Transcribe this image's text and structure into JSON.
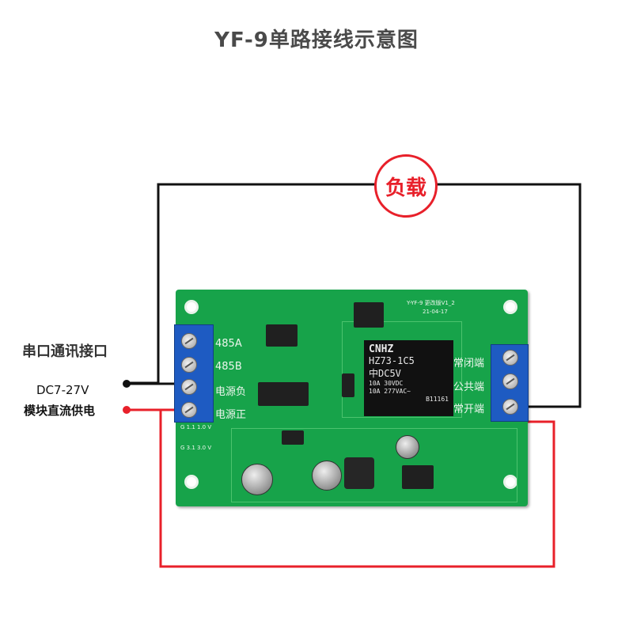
{
  "title": "YF-9单路接线示意图",
  "load_label": "负载",
  "left_labels": {
    "serial": "串口通讯接口",
    "voltage": "DC7-27V",
    "power": "模块直流供电"
  },
  "terminal_left": [
    "485A",
    "485B",
    "电源负",
    "电源正"
  ],
  "terminal_right": [
    "常闭端",
    "公共端",
    "常开端"
  ],
  "relay": {
    "brand": "CNHZ",
    "model": "HZ73-1C5",
    "coil": "中DC5V",
    "rating1": "10A 30VDC",
    "rating2": "10A 277VAC~",
    "code": "B11161"
  },
  "board_text": {
    "version": "Y-YF-9 更改版V1_2",
    "date": "21-04-17",
    "g1": "G 1.1 1.0 V",
    "g3": "G 3.1 3.0 V"
  },
  "colors": {
    "wire_black": "#111111",
    "wire_red": "#e8202a",
    "pcb_green": "#17a34a"
  }
}
